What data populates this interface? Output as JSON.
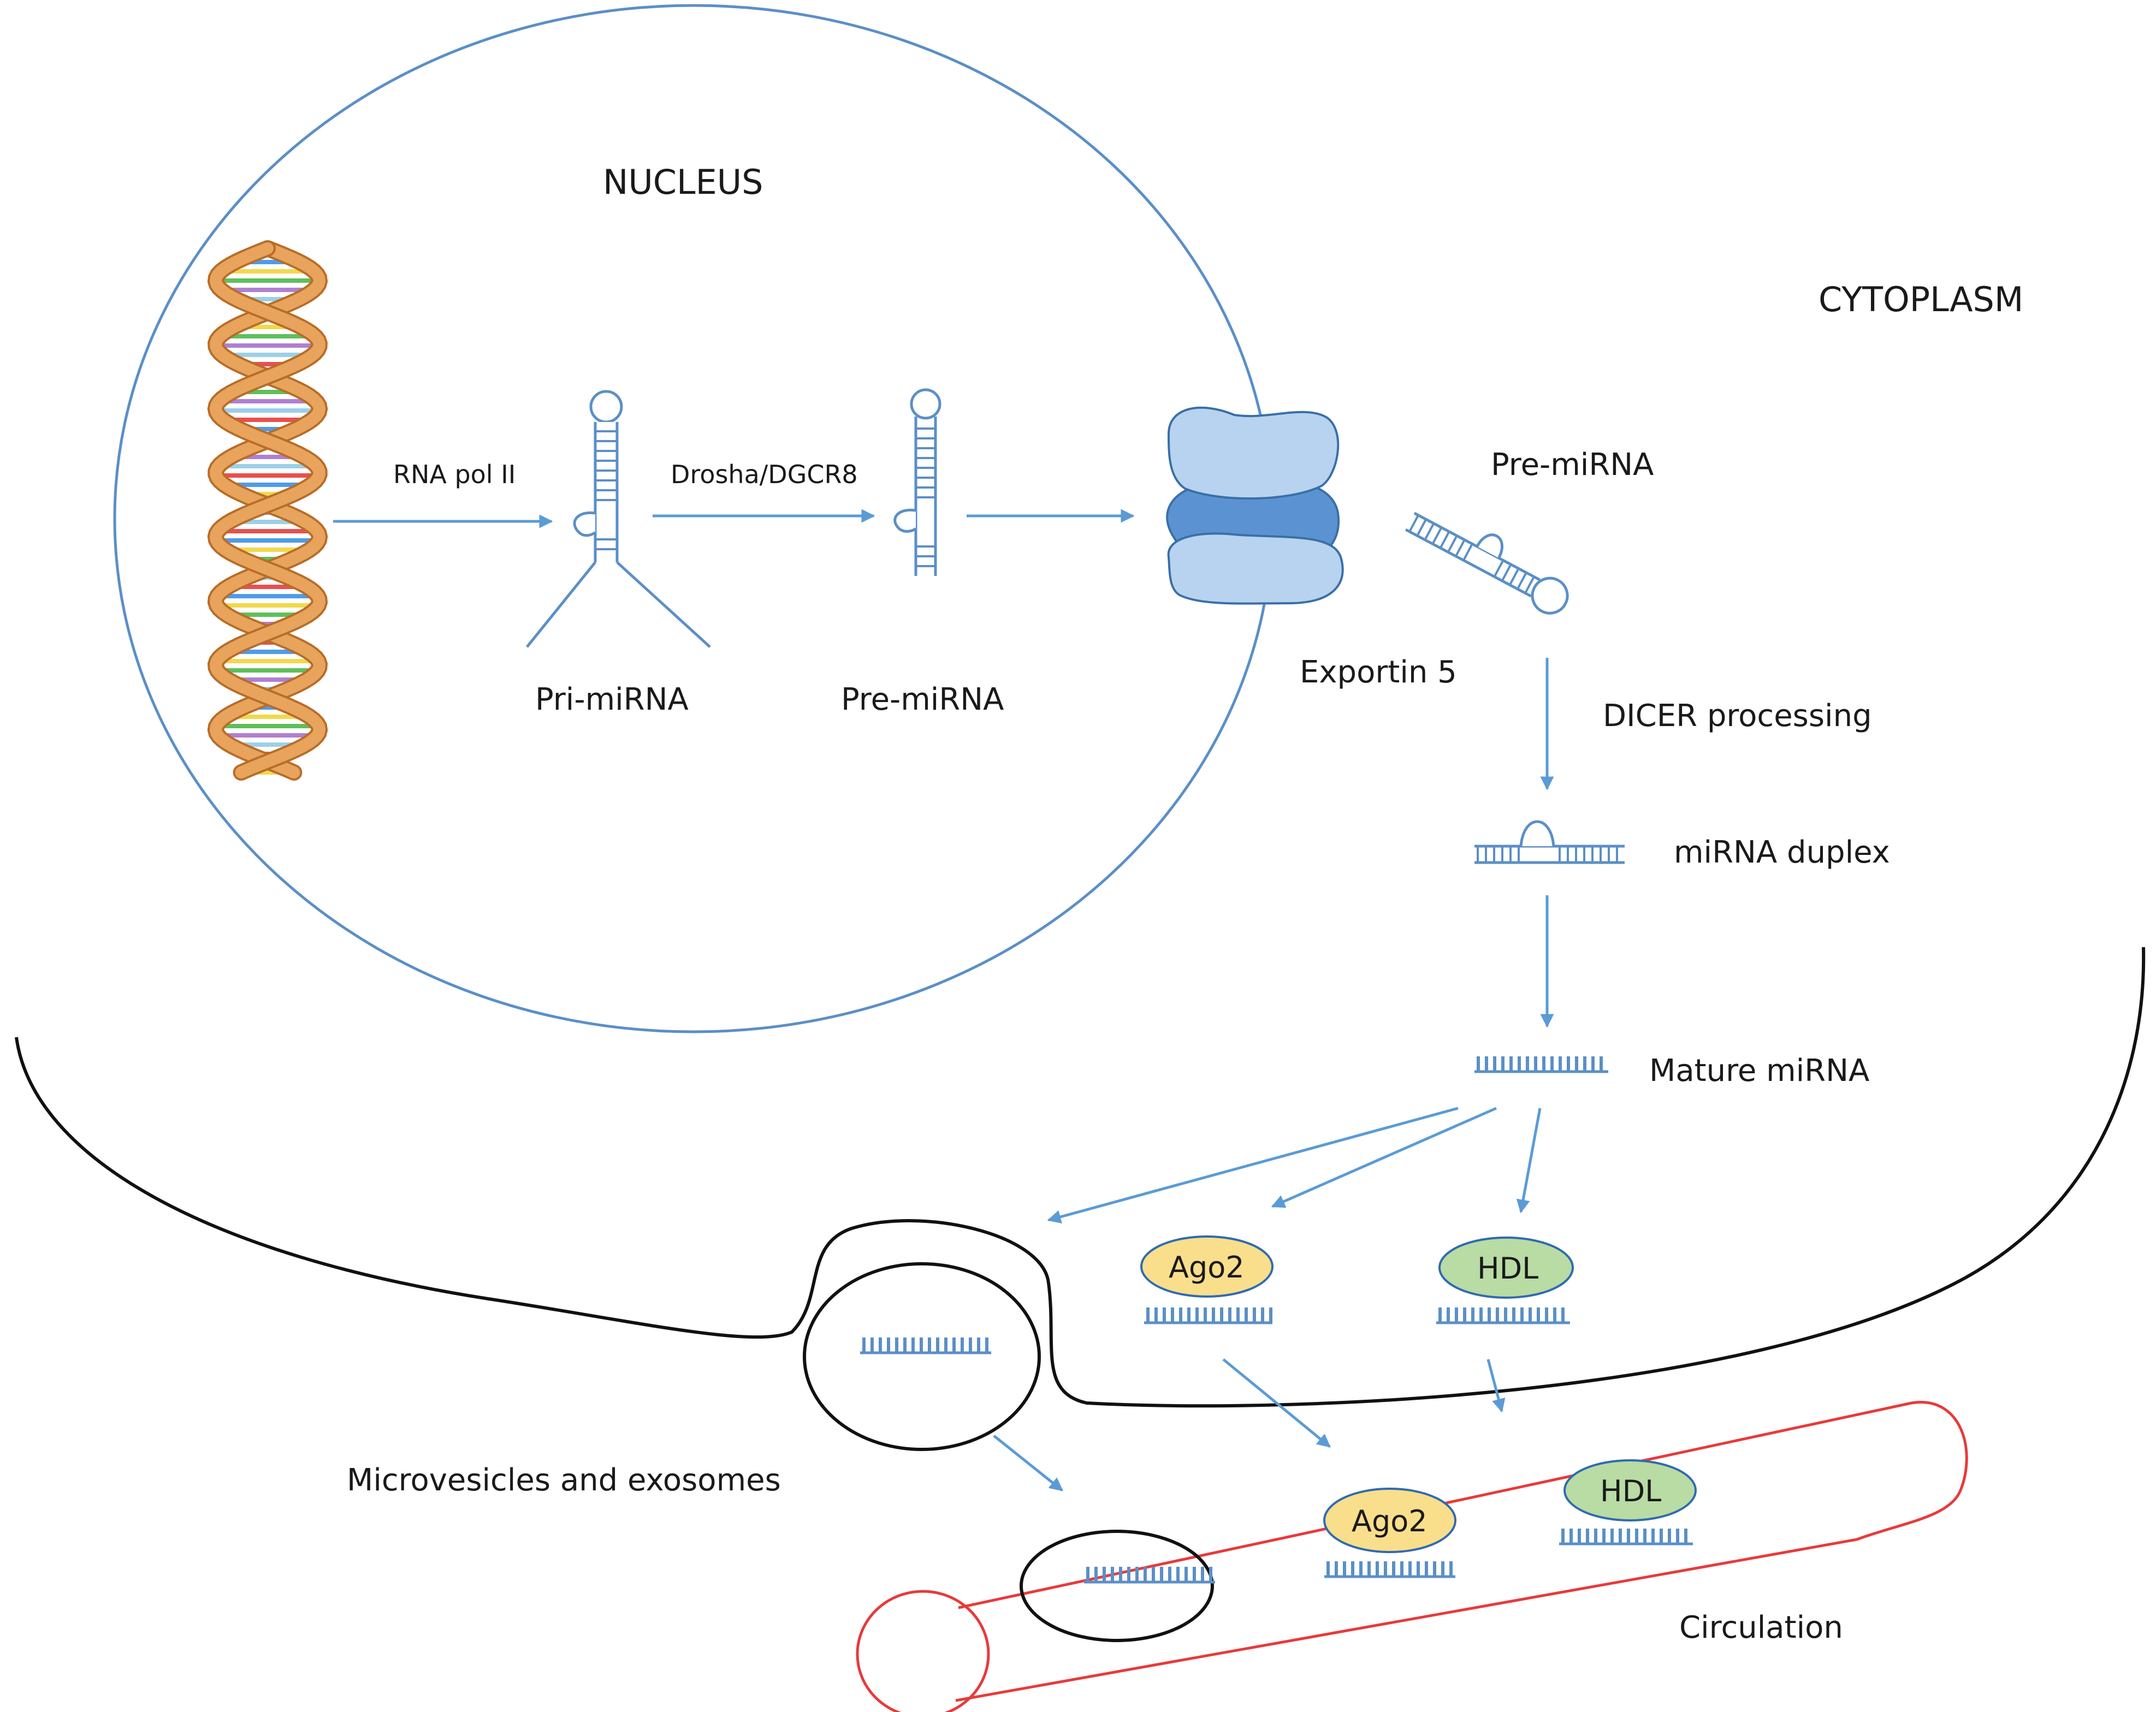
{
  "labels": {
    "nucleus": "NUCLEUS",
    "cytoplasm": "CYTOPLASM",
    "rna_pol": "RNA pol II",
    "drosha": "Drosha/DGCR8",
    "pri_mirna": "Pri-miRNA",
    "pre_mirna_nucleus": "Pre-miRNA",
    "exportin": "Exportin 5",
    "pre_mirna_cytoplasm": "Pre-miRNA",
    "dicer": "DICER processing",
    "duplex": "miRNA duplex",
    "mature": "Mature miRNA",
    "microvesicles": "Microvesicles and exosomes",
    "circulation": "Circulation",
    "ago2_cell": "Ago2",
    "hdl_cell": "HDL",
    "ago2_blood": "Ago2",
    "hdl_blood": "HDL"
  },
  "colors": {
    "nucleus_outline": "#5b8fc7",
    "rna_blue": "#5b8fc7",
    "arrow_blue": "#5b9bd5",
    "exportin_light": "#b8d3ef",
    "exportin_dark": "#5b93d2",
    "dna_backbone": "#e8a45c",
    "vessel_red": "#e83a3a",
    "ago2_fill": "#f9de8c",
    "hdl_fill": "#b9dba4"
  },
  "icons": [
    "dna-helix-icon",
    "hairpin-icon",
    "exportin-pore-icon",
    "mirna-strand-icon"
  ]
}
